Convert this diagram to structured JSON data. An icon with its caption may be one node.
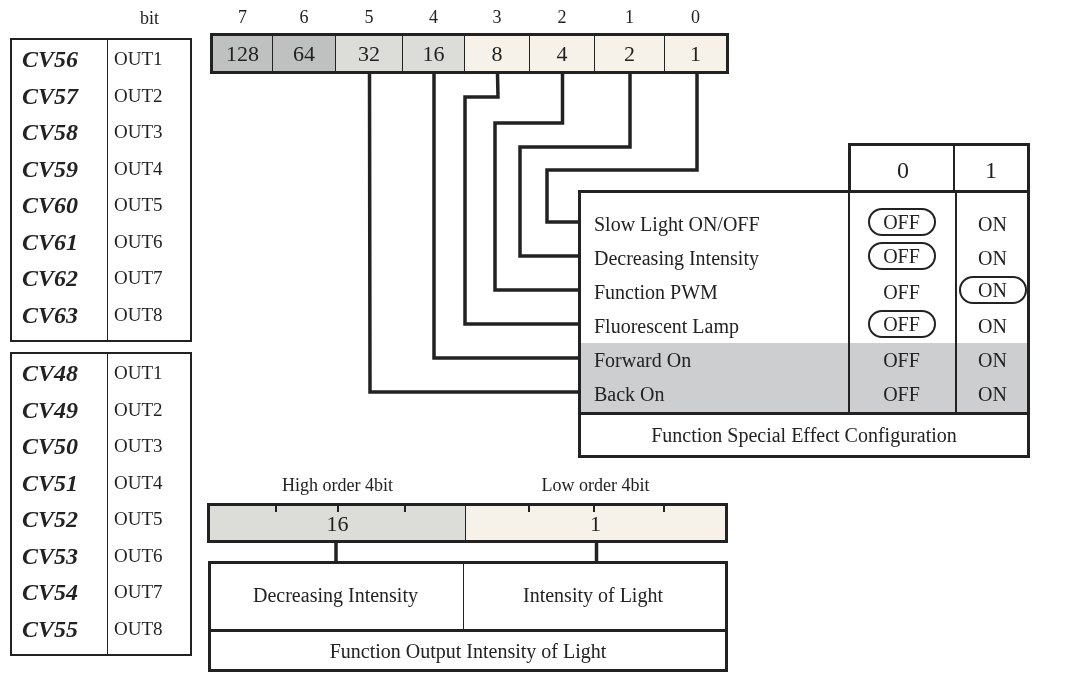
{
  "diagram": {
    "nodes": [
      {
        "text": [
          "128"
        ],
        "beside": [
          "7"
        ]
      },
      {
        "text": [
          "64"
        ],
        "beside": [
          "6"
        ]
      },
      {
        "text": [
          "32"
        ],
        "beside": [
          "5"
        ]
      },
      {
        "text": [
          "16"
        ],
        "beside": [
          "4"
        ]
      },
      {
        "text": [
          "8"
        ],
        "beside": [
          "3"
        ]
      },
      {
        "text": [
          "4"
        ],
        "beside": [
          "2"
        ]
      },
      {
        "text": [
          "2"
        ],
        "beside": [
          "1"
        ]
      },
      {
        "text": [
          "1"
        ],
        "beside": [
          "0"
        ]
      },
      {
        "text": [
          "0",
          "1",
          "Function Special Effect Configuration"
        ]
      },
      {
        "text": [
          "Slow Light ON/OFF",
          "ON"
        ],
        "in": 8
      },
      {
        "text": [
          "OFF"
        ],
        "in": 9
      },
      {
        "text": [
          "Decreasing Intensity",
          "ON"
        ],
        "in": 8
      },
      {
        "text": [
          "OFF"
        ],
        "in": 11
      },
      {
        "text": [
          "Function PWM",
          "OFF"
        ],
        "in": 8
      },
      {
        "text": [
          "ON"
        ],
        "in": 13
      },
      {
        "text": [
          "Fluorescent Lamp",
          "ON"
        ],
        "in": 8
      },
      {
        "text": [
          "OFF"
        ],
        "in": 15
      },
      {
        "text": [
          "Forward On",
          "OFF",
          "ON"
        ],
        "in": 8
      },
      {
        "text": [
          "Back On",
          "OFF",
          "ON"
        ],
        "in": 8
      },
      {
        "text": [
          "16"
        ],
        "beside": [
          "High order 4bit"
        ]
      },
      {
        "text": [
          "1"
        ],
        "beside": [
          "Low order 4bit"
        ]
      },
      {
        "text": [
          "Function Output Intensity of Light"
        ]
      },
      {
        "text": [
          "Decreasing Intensity"
        ],
        "in": 21
      },
      {
        "text": [
          "Intensity of Light"
        ],
        "in": 21
      }
    ],
    "edges": [
      {
        "from": 7,
        "to": 9,
        "arrow": "none"
      },
      {
        "from": 6,
        "to": 11,
        "arrow": "none"
      },
      {
        "from": 5,
        "to": 13,
        "arrow": "none"
      },
      {
        "from": 4,
        "to": 15,
        "arrow": "none"
      },
      {
        "from": 3,
        "to": 17,
        "arrow": "none"
      },
      {
        "from": 2,
        "to": 18,
        "arrow": "none"
      },
      {
        "from": 19,
        "to": 22,
        "arrow": "none"
      },
      {
        "from": 20,
        "to": 23,
        "arrow": "none"
      }
    ],
    "labels": [
      "bit",
      "CV56",
      "OUT1",
      "CV57",
      "OUT2",
      "CV58",
      "OUT3",
      "CV59",
      "OUT4",
      "CV60",
      "OUT5",
      "CV61",
      "OUT6",
      "CV62",
      "OUT7",
      "CV63",
      "OUT8",
      "CV48",
      "OUT1",
      "CV49",
      "OUT2",
      "CV50",
      "OUT3",
      "CV51",
      "OUT4",
      "CV52",
      "OUT5",
      "CV53",
      "OUT6",
      "CV54",
      "OUT7",
      "CV55",
      "OUT8"
    ]
  }
}
